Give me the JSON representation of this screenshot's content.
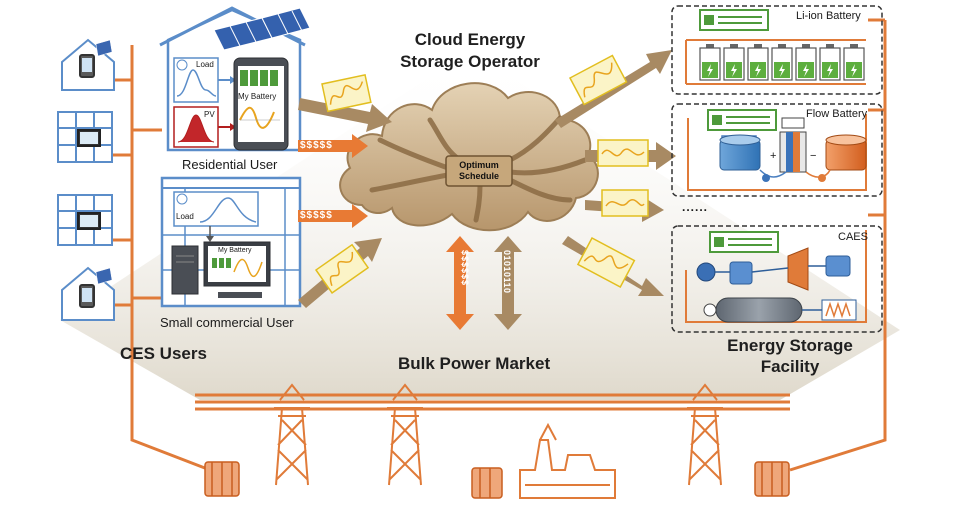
{
  "operator": {
    "title_line1": "Cloud Energy",
    "title_line2": "Storage Operator",
    "schedule_line1": "Optimum",
    "schedule_line2": "Schedule"
  },
  "users": {
    "section_title": "CES Users",
    "residential": "Residential User",
    "commercial": "Small commercial User",
    "load": "Load",
    "pv": "PV",
    "my_battery": "My Battery"
  },
  "market": {
    "title": "Bulk Power Market",
    "money_vertical": "$$$$$$",
    "bits_vertical": "01010110"
  },
  "money": {
    "row1": "$$$$$",
    "row2": "$$$$$"
  },
  "facility": {
    "title_line1": "Energy Storage",
    "title_line2": "Facility",
    "li_ion": "Li-ion Battery",
    "flow": "Flow Battery",
    "caes": "CAES",
    "ellipsis": "......",
    "plus": "+",
    "minus": "−"
  },
  "colors": {
    "orange": "#E07B39",
    "cloud": "#C9AC86",
    "arrow_tan": "#A88A63",
    "house_blue": "#5B8DC9",
    "yellow_card": "#F3DB52",
    "green": "#4E9A3B",
    "teal": "#2E7AB8"
  }
}
